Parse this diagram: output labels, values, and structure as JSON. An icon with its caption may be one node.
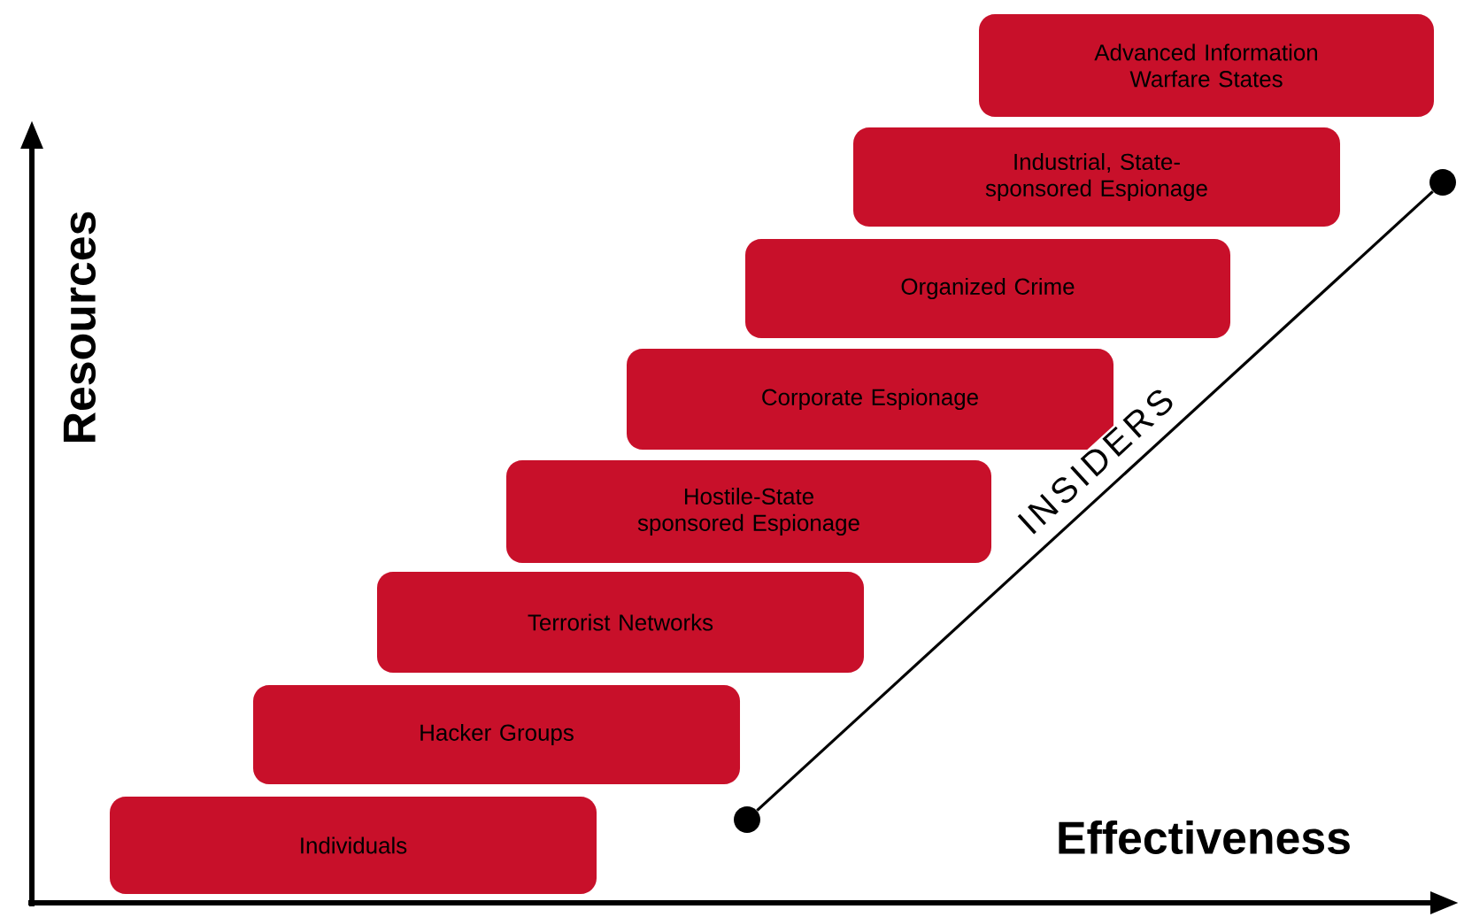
{
  "diagram": {
    "nodes": [
      {
        "text": [
          "Advanced Information Warfare States"
        ]
      },
      {
        "text": [
          "Industrial, State-sponsored Espionage"
        ]
      },
      {
        "text": [
          "Organized Crime"
        ]
      },
      {
        "text": [
          "Corporate Espionage"
        ]
      },
      {
        "text": [
          "Hostile-State sponsored Espionage"
        ]
      },
      {
        "text": [
          "Terrorist Networks"
        ]
      },
      {
        "text": [
          "Hacker Groups"
        ]
      },
      {
        "text": [
          "Individuals"
        ]
      },
      {
        "text": [],
        "shape": "circle"
      },
      {
        "text": [],
        "shape": "circle"
      }
    ],
    "edges": [
      {
        "from": 8,
        "to": 9,
        "arrow": "none",
        "label": "INSIDERS"
      }
    ],
    "labels": [
      "Resources",
      "Effectiveness"
    ]
  }
}
